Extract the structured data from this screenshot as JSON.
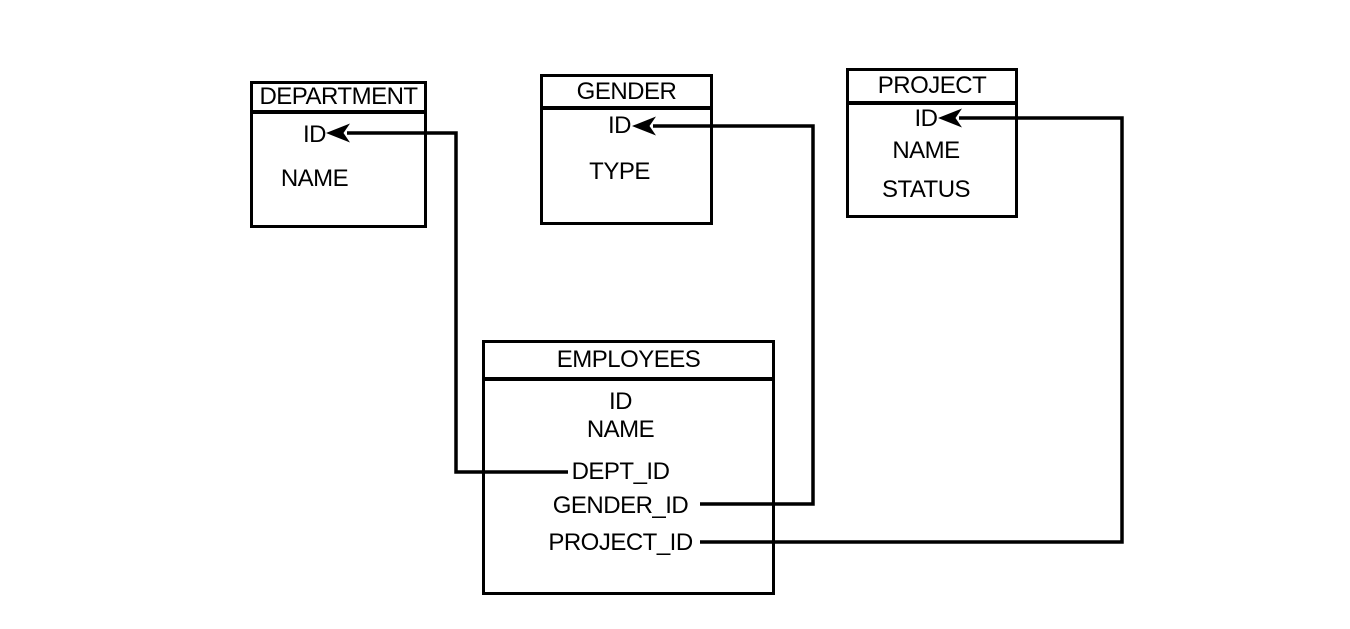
{
  "diagram": {
    "type": "entity-relationship-schema",
    "background_color": "#ffffff",
    "line_color": "#000000",
    "text_color": "#000000",
    "entities": [
      {
        "title": "DEPARTMENT",
        "fields": [
          "ID",
          "NAME"
        ]
      },
      {
        "title": "GENDER",
        "fields": [
          "ID",
          "TYPE"
        ]
      },
      {
        "title": "PROJECT",
        "fields": [
          "ID",
          "NAME",
          "STATUS"
        ]
      },
      {
        "title": "EMPLOYEES",
        "fields": [
          "ID",
          "NAME",
          "DEPT_ID",
          "GENDER_ID",
          "PROJECT_ID"
        ]
      }
    ],
    "relationships": [
      {
        "from": "EMPLOYEES.DEPT_ID",
        "to": "DEPARTMENT.ID",
        "arrow_at": "to"
      },
      {
        "from": "EMPLOYEES.GENDER_ID",
        "to": "GENDER.ID",
        "arrow_at": "to"
      },
      {
        "from": "EMPLOYEES.PROJECT_ID",
        "to": "PROJECT.ID",
        "arrow_at": "to"
      }
    ]
  }
}
